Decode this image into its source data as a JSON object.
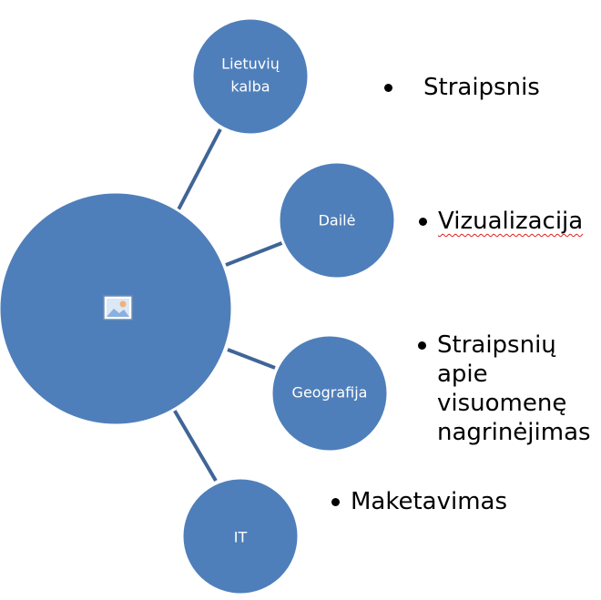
{
  "colors": {
    "circle_fill": "#4f7fba",
    "circle_stroke": "#ffffff",
    "connector": "#3f6596",
    "picture_icon_border": "#6f8db5",
    "picture_icon_sky": "#dce8f6",
    "picture_icon_sun": "#f3b07a",
    "picture_icon_hills": "#8ab0dd"
  },
  "center_node": {
    "icon": "picture-placeholder-icon"
  },
  "nodes": [
    {
      "id": "lietuviu",
      "label_lines": [
        "Lietuvių",
        "kalba"
      ]
    },
    {
      "id": "daile",
      "label_lines": [
        "Dailė"
      ]
    },
    {
      "id": "geografija",
      "label_lines": [
        "Geografija"
      ]
    },
    {
      "id": "it",
      "label_lines": [
        "IT"
      ]
    }
  ],
  "bullets": {
    "lietuviu": "Straipsnis",
    "daile": "Vizualizacija",
    "geografija_lines": [
      "Straipsnių",
      "apie",
      "visuomenę",
      "nagrinėjimas"
    ],
    "it": "Maketavimas"
  }
}
